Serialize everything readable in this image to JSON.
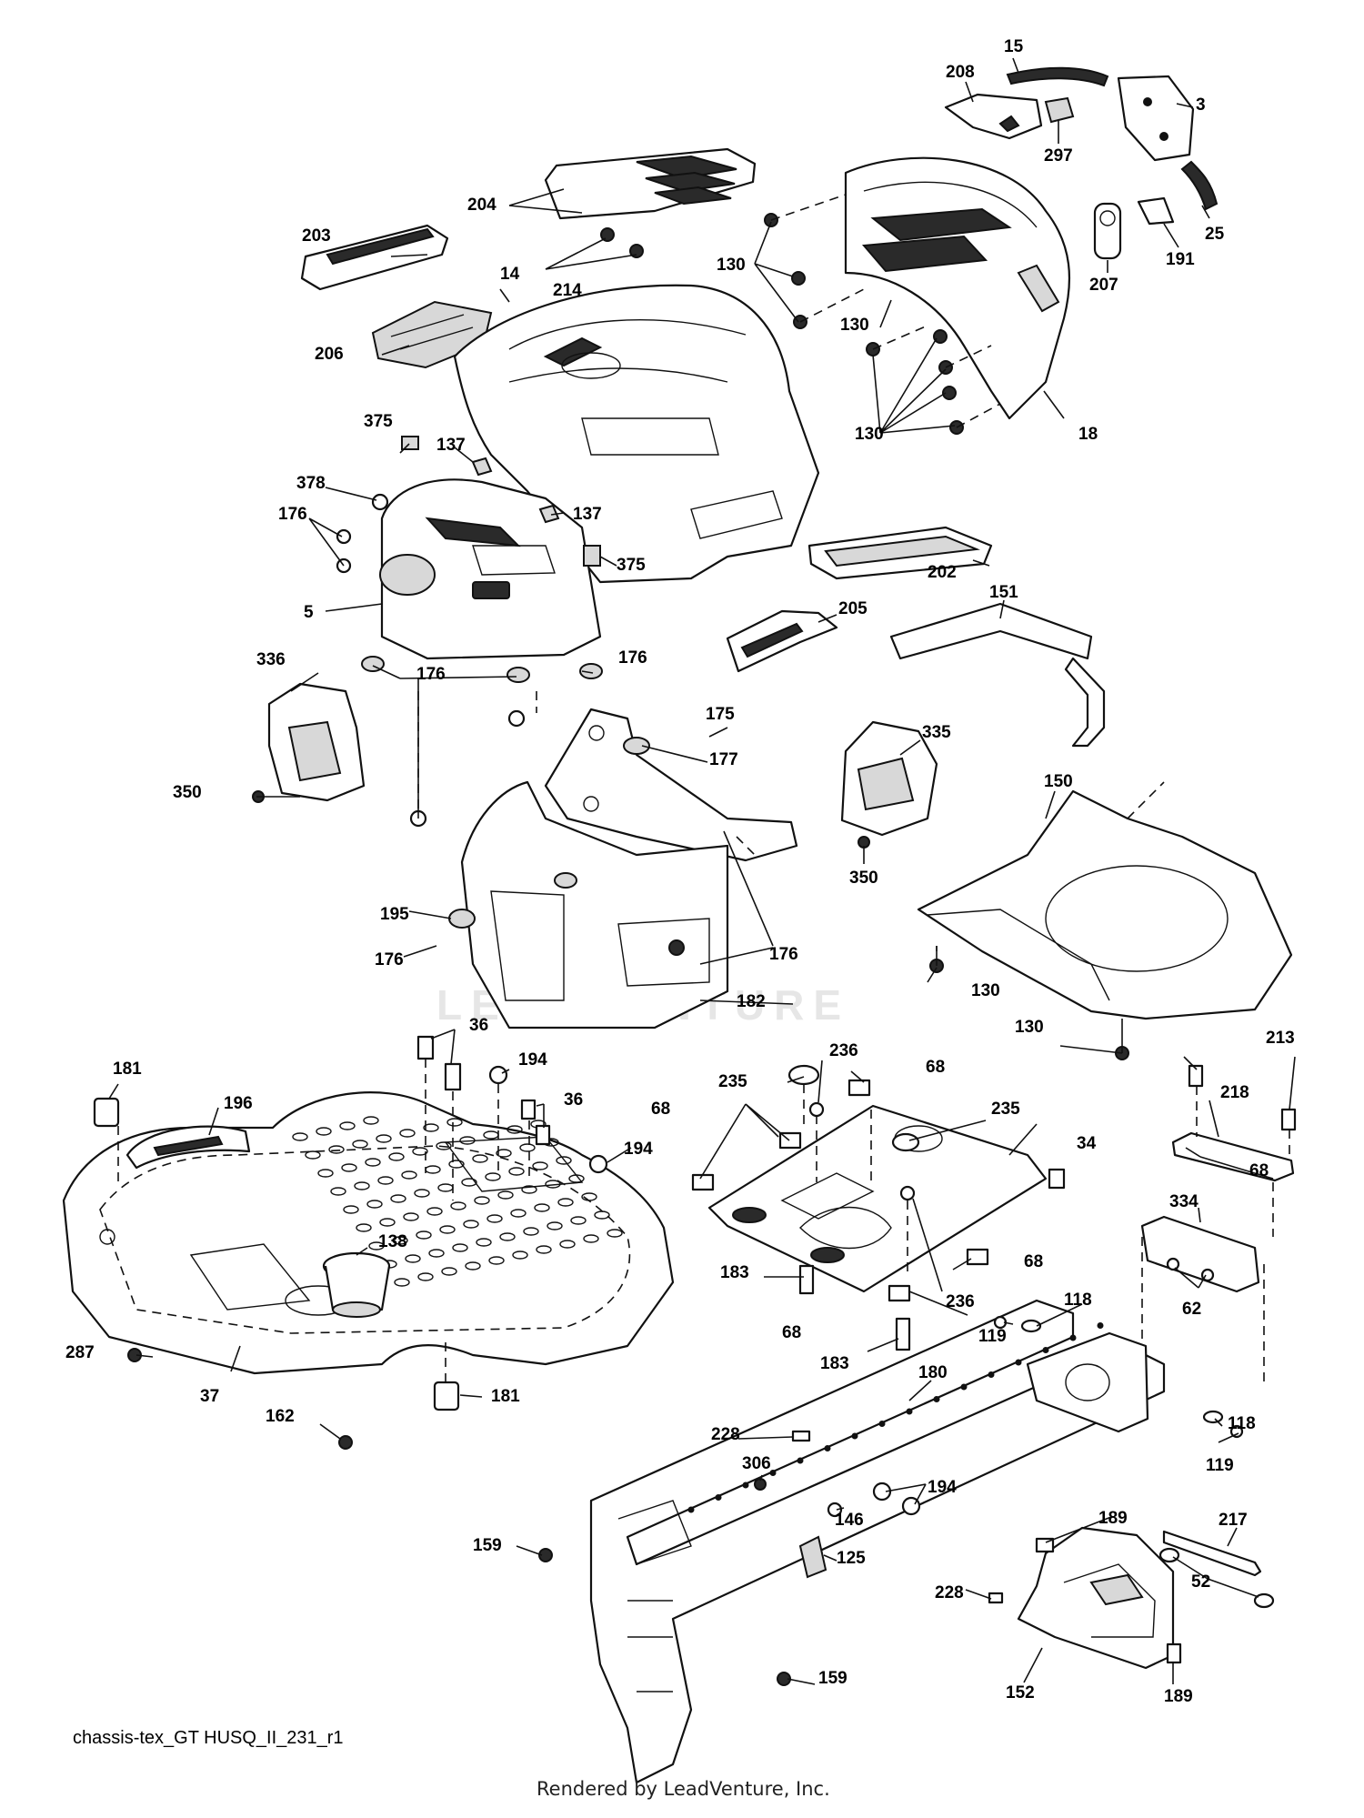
{
  "diagram_id": "chassis-tex_GT HUSQ_II_231_r1",
  "render_credit": "Rendered by LeadVenture, Inc.",
  "watermark": "LEADVENTURE",
  "callouts": {
    "c15": "15",
    "c208": "208",
    "c3": "3",
    "c297": "297",
    "c25": "25",
    "c191": "191",
    "c207": "207",
    "c204": "204",
    "c203": "203",
    "c214": "214",
    "c14": "14",
    "c206": "206",
    "c130_a": "130",
    "c130_b": "130",
    "c130_c": "130",
    "c18": "18",
    "c375_a": "375",
    "c137_a": "137",
    "c378": "378",
    "c176_a": "176",
    "c137_b": "137",
    "c375_b": "375",
    "c5": "5",
    "c202": "202",
    "c205": "205",
    "c176_b": "176",
    "c176_c": "176",
    "c151": "151",
    "c336": "336",
    "c175": "175",
    "c177": "177",
    "c335": "335",
    "c350_a": "350",
    "c150": "150",
    "c195": "195",
    "c176_d": "176",
    "c176_e": "176",
    "c350_b": "350",
    "c130_d": "130",
    "c182": "182",
    "c130_e": "130",
    "c36_a": "36",
    "c194_a": "194",
    "c36_b": "36",
    "c181_a": "181",
    "c196": "196",
    "c194_b": "194",
    "c235_a": "235",
    "c236_a": "236",
    "c68_a": "68",
    "c68_b": "68",
    "c235_b": "235",
    "c34": "34",
    "c213": "213",
    "c218": "218",
    "c68_c": "68",
    "c334": "334",
    "c138": "138",
    "c183_a": "183",
    "c68_d": "68",
    "c236_b": "236",
    "c68_e": "68",
    "c62": "62",
    "c118_a": "118",
    "c119_a": "119",
    "c183_b": "183",
    "c287": "287",
    "c37": "37",
    "c181_b": "181",
    "c162": "162",
    "c180": "180",
    "c228_a": "228",
    "c306": "306",
    "c194_c": "194",
    "c146": "146",
    "c125": "125",
    "c118_b": "118",
    "c119_b": "119",
    "c189_a": "189",
    "c217": "217",
    "c159_a": "159",
    "c228_b": "228",
    "c52": "52",
    "c152": "152",
    "c189_b": "189",
    "c159_b": "159"
  }
}
